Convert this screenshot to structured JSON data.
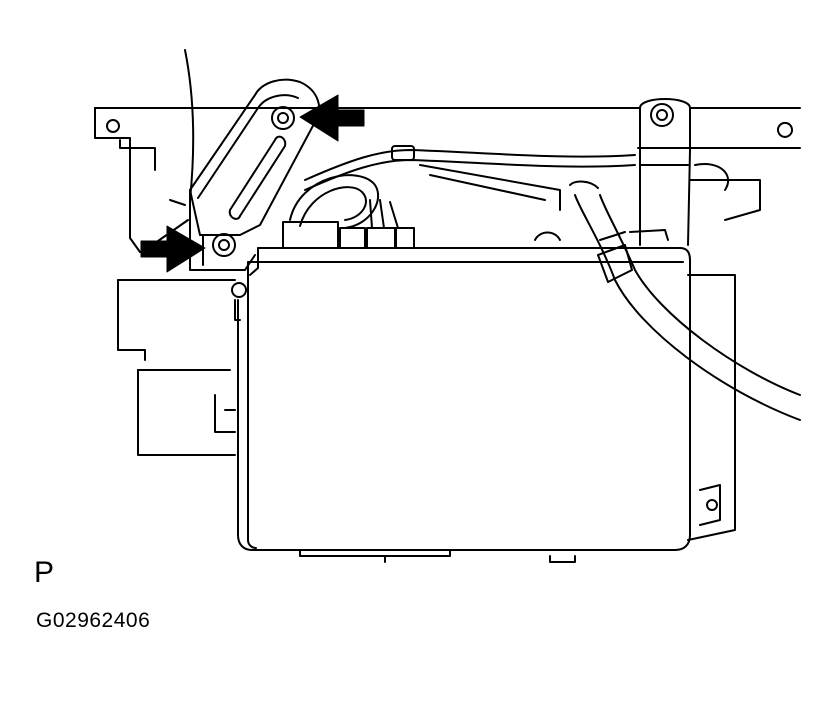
{
  "diagram": {
    "view_letter": "P",
    "figure_code": "G02962406",
    "line_color": "#000000",
    "background_color": "#ffffff",
    "callouts": [
      {
        "icon": "arrow-left-icon",
        "target": "upper-bolt"
      },
      {
        "icon": "arrow-right-icon",
        "target": "lower-bolt"
      }
    ]
  }
}
